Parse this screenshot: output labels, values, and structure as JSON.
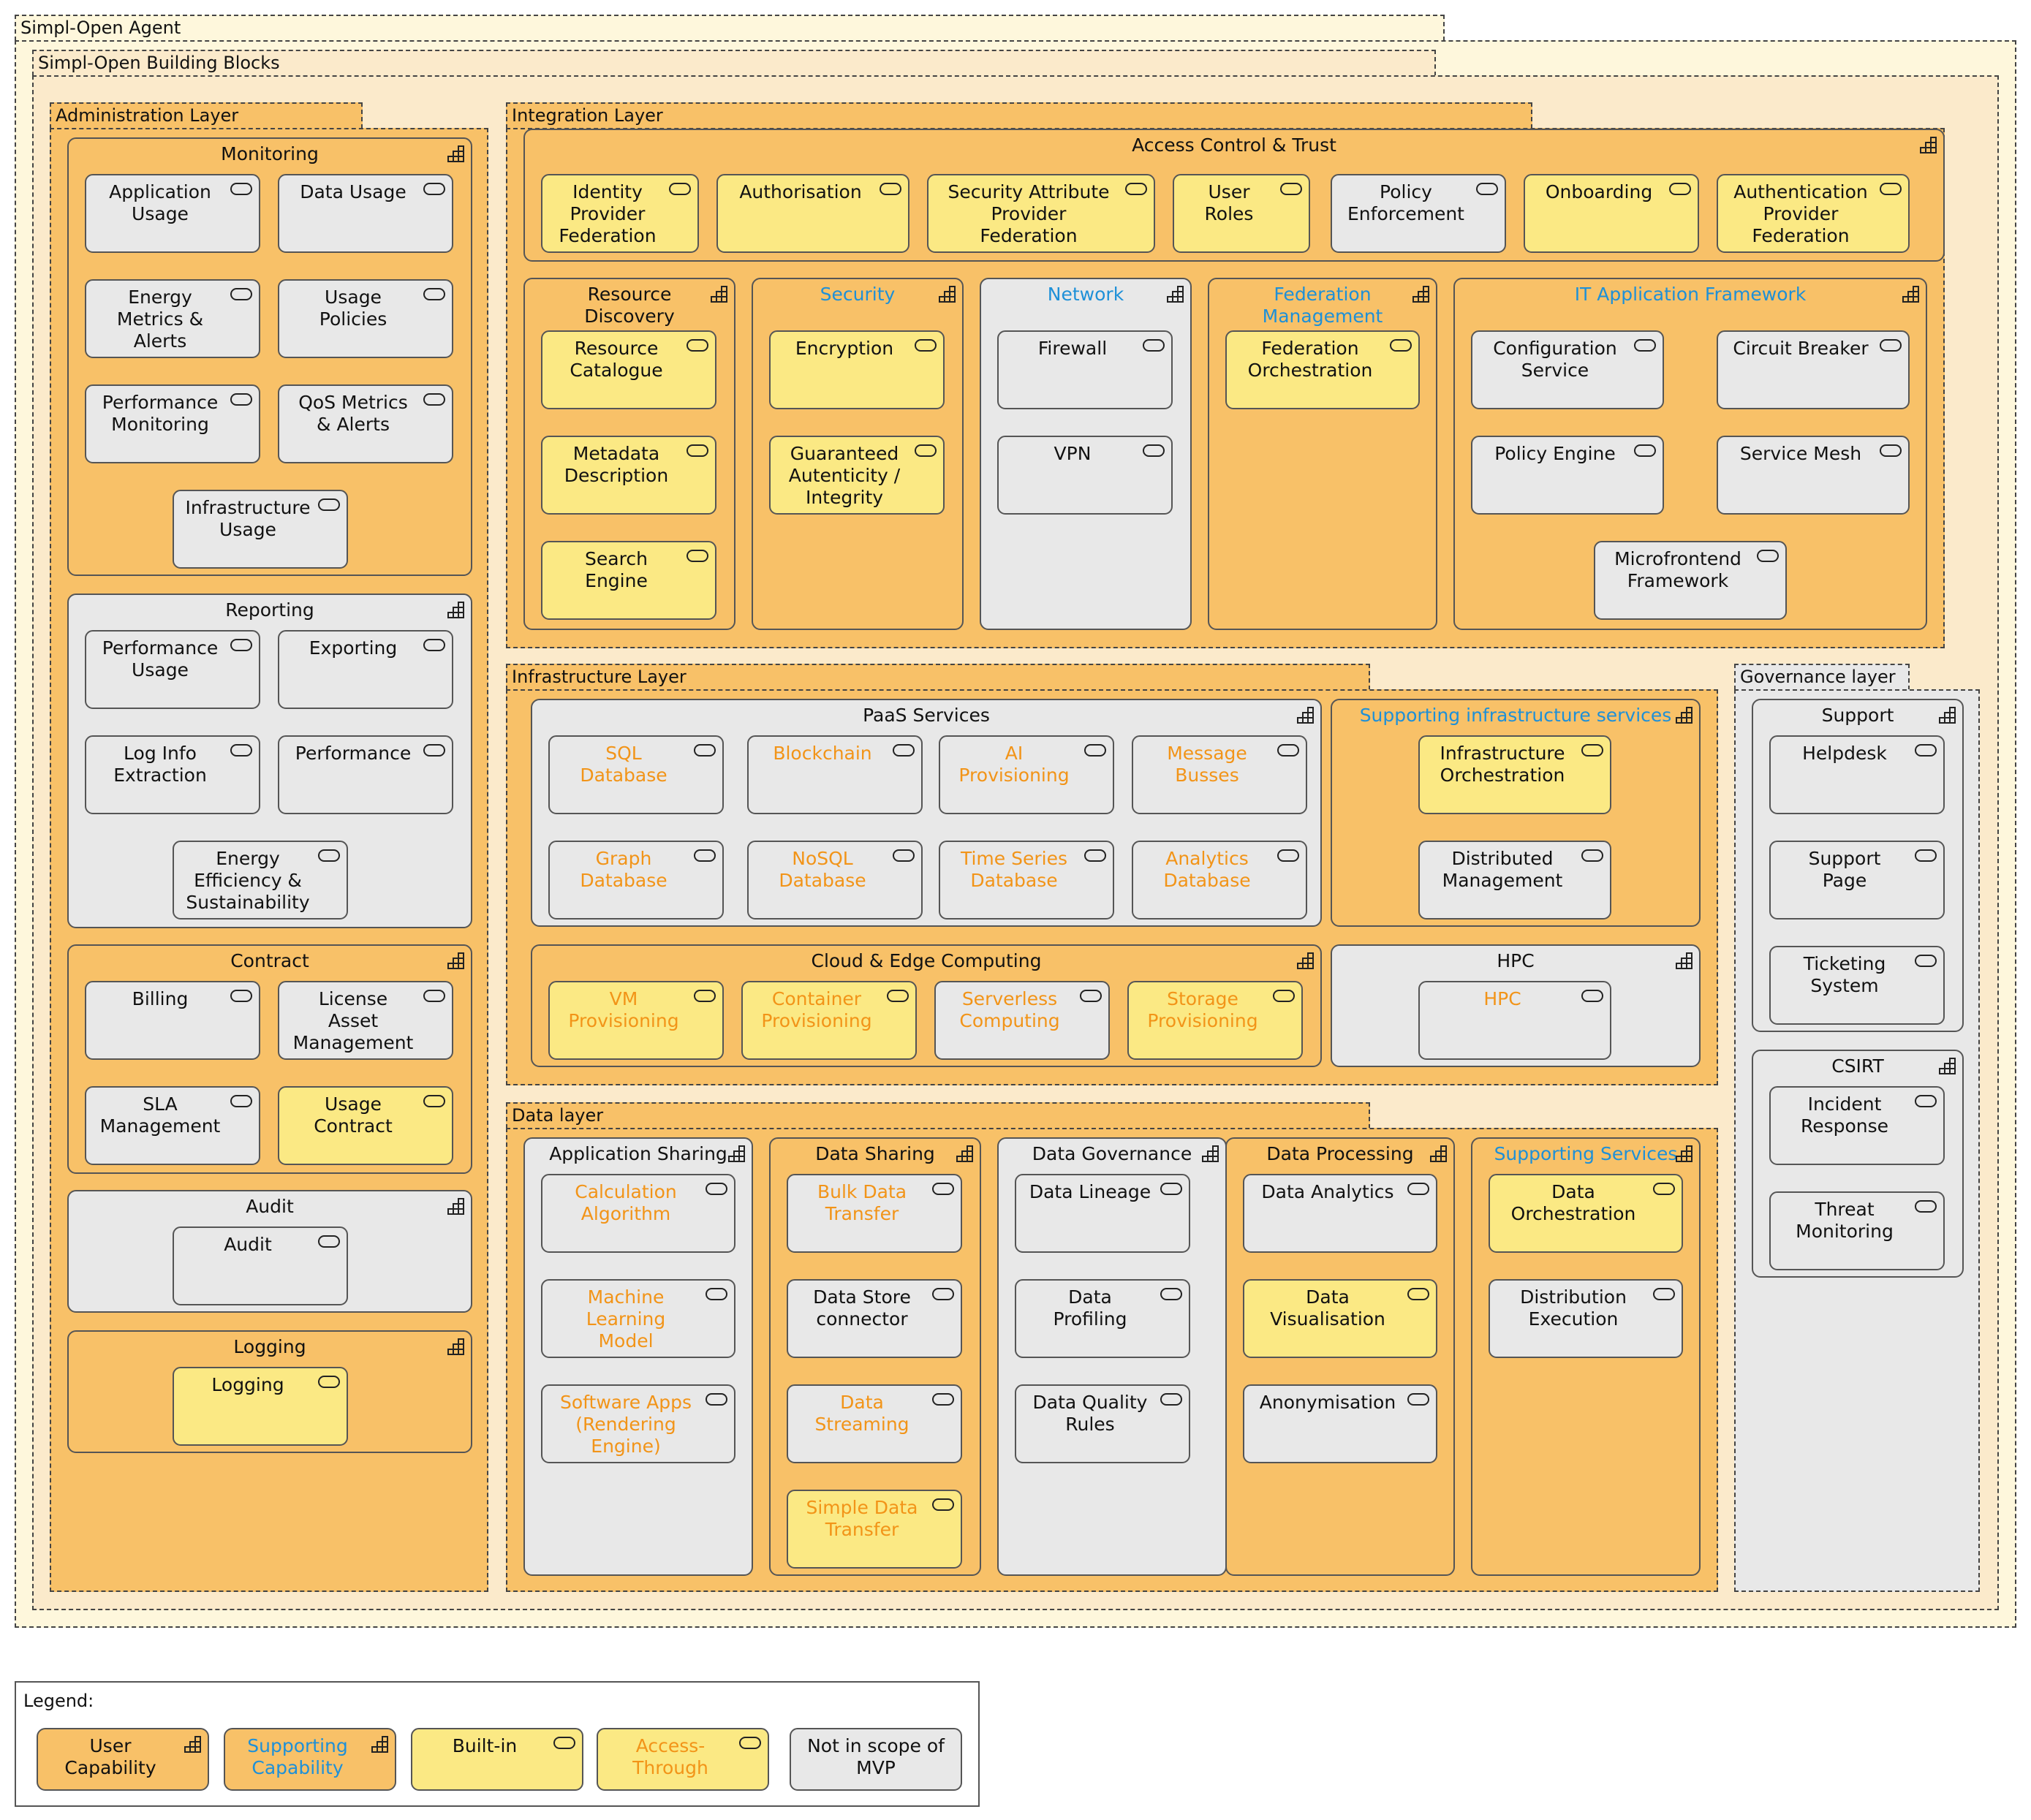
{
  "agent": {
    "title": "Simpl-Open Agent"
  },
  "building_blocks": {
    "title": "Simpl-Open Building Blocks"
  },
  "layers": {
    "administration": "Administration Layer",
    "integration": "Integration Layer",
    "infrastructure": "Infrastructure Layer",
    "data": "Data layer",
    "governance": "Governance layer"
  },
  "capabilities": {
    "monitoring": {
      "title": "Monitoring",
      "type": "user",
      "components": [
        {
          "label": "Application\nUsage",
          "type": "not-in-scope"
        },
        {
          "label": "Data Usage",
          "type": "not-in-scope"
        },
        {
          "label": "Energy\nMetrics &\nAlerts",
          "type": "not-in-scope"
        },
        {
          "label": "Usage\nPolicies",
          "type": "not-in-scope"
        },
        {
          "label": "Performance\nMonitoring",
          "type": "not-in-scope"
        },
        {
          "label": "QoS Metrics\n& Alerts",
          "type": "not-in-scope"
        },
        {
          "label": "Infrastructure\nUsage",
          "type": "not-in-scope"
        }
      ]
    },
    "reporting": {
      "title": "Reporting",
      "type": "not-in-scope",
      "components": [
        {
          "label": "Performance\nUsage",
          "type": "not-in-scope"
        },
        {
          "label": "Exporting",
          "type": "not-in-scope"
        },
        {
          "label": "Log Info\nExtraction",
          "type": "not-in-scope"
        },
        {
          "label": "Performance",
          "type": "not-in-scope"
        },
        {
          "label": "Energy\nEfficiency &\nSustainability",
          "type": "not-in-scope"
        }
      ]
    },
    "contract": {
      "title": "Contract",
      "type": "user",
      "components": [
        {
          "label": "Billing",
          "type": "not-in-scope"
        },
        {
          "label": "License\nAsset\nManagement",
          "type": "not-in-scope"
        },
        {
          "label": "SLA\nManagement",
          "type": "not-in-scope"
        },
        {
          "label": "Usage\nContract",
          "type": "built-in"
        }
      ]
    },
    "audit": {
      "title": "Audit",
      "type": "not-in-scope",
      "components": [
        {
          "label": "Audit",
          "type": "not-in-scope"
        }
      ]
    },
    "logging": {
      "title": "Logging",
      "type": "user",
      "components": [
        {
          "label": "Logging",
          "type": "built-in"
        }
      ]
    },
    "access_control": {
      "title": "Access Control & Trust",
      "type": "user",
      "components": [
        {
          "label": "Identity\nProvider\nFederation",
          "type": "built-in"
        },
        {
          "label": "Authorisation",
          "type": "built-in"
        },
        {
          "label": "Security Attribute\nProvider\nFederation",
          "type": "built-in"
        },
        {
          "label": "User\nRoles",
          "type": "built-in"
        },
        {
          "label": "Policy\nEnforcement",
          "type": "not-in-scope"
        },
        {
          "label": "Onboarding",
          "type": "built-in"
        },
        {
          "label": "Authentication\nProvider\nFederation",
          "type": "built-in"
        }
      ]
    },
    "resource_discovery": {
      "title": "Resource\nDiscovery",
      "type": "user",
      "components": [
        {
          "label": "Resource\nCatalogue",
          "type": "built-in"
        },
        {
          "label": "Metadata\nDescription",
          "type": "built-in"
        },
        {
          "label": "Search\nEngine",
          "type": "built-in"
        }
      ]
    },
    "security": {
      "title": "Security",
      "type": "supporting",
      "components": [
        {
          "label": "Encryption",
          "type": "built-in"
        },
        {
          "label": "Guaranteed\nAutenticity /\nIntegrity",
          "type": "built-in"
        }
      ]
    },
    "network": {
      "title": "Network",
      "type": "not-in-scope-blue",
      "components": [
        {
          "label": "Firewall",
          "type": "not-in-scope"
        },
        {
          "label": "VPN",
          "type": "not-in-scope"
        }
      ]
    },
    "federation_management": {
      "title": "Federation\nManagement",
      "type": "supporting",
      "components": [
        {
          "label": "Federation\nOrchestration",
          "type": "built-in"
        }
      ]
    },
    "it_app_framework": {
      "title": "IT Application Framework",
      "type": "supporting",
      "components": [
        {
          "label": "Configuration\nService",
          "type": "not-in-scope"
        },
        {
          "label": "Circuit Breaker",
          "type": "not-in-scope"
        },
        {
          "label": "Policy Engine",
          "type": "not-in-scope"
        },
        {
          "label": "Service Mesh",
          "type": "not-in-scope"
        },
        {
          "label": "Microfrontend\nFramework",
          "type": "not-in-scope"
        }
      ]
    },
    "paas": {
      "title": "PaaS Services",
      "type": "not-in-scope",
      "components": [
        {
          "label": "SQL\nDatabase",
          "type": "access-through-grey"
        },
        {
          "label": "Blockchain",
          "type": "access-through-grey"
        },
        {
          "label": "AI\nProvisioning",
          "type": "access-through-grey"
        },
        {
          "label": "Message\nBusses",
          "type": "access-through-grey"
        },
        {
          "label": "Graph\nDatabase",
          "type": "access-through-grey"
        },
        {
          "label": "NoSQL\nDatabase",
          "type": "access-through-grey"
        },
        {
          "label": "Time Series\nDatabase",
          "type": "access-through-grey"
        },
        {
          "label": "Analytics\nDatabase",
          "type": "access-through-grey"
        }
      ]
    },
    "supporting_infra": {
      "title": "Supporting infrastructure services",
      "type": "supporting",
      "components": [
        {
          "label": "Infrastructure\nOrchestration",
          "type": "built-in"
        },
        {
          "label": "Distributed\nManagement",
          "type": "not-in-scope"
        }
      ]
    },
    "cloud_edge": {
      "title": "Cloud & Edge Computing",
      "type": "user",
      "components": [
        {
          "label": "VM\nProvisioning",
          "type": "access-through"
        },
        {
          "label": "Container\nProvisioning",
          "type": "access-through"
        },
        {
          "label": "Serverless\nComputing",
          "type": "access-through-grey"
        },
        {
          "label": "Storage\nProvisioning",
          "type": "access-through"
        }
      ]
    },
    "hpc": {
      "title": "HPC",
      "type": "not-in-scope",
      "components": [
        {
          "label": "HPC",
          "type": "access-through-grey"
        }
      ]
    },
    "app_sharing": {
      "title": "Application Sharing",
      "type": "not-in-scope",
      "components": [
        {
          "label": "Calculation\nAlgorithm",
          "type": "access-through-grey"
        },
        {
          "label": "Machine\nLearning\nModel",
          "type": "access-through-grey"
        },
        {
          "label": "Software Apps\n(Rendering\nEngine)",
          "type": "access-through-grey"
        }
      ]
    },
    "data_sharing": {
      "title": "Data Sharing",
      "type": "user",
      "components": [
        {
          "label": "Bulk Data\nTransfer",
          "type": "access-through-grey"
        },
        {
          "label": "Data Store\nconnector",
          "type": "not-in-scope"
        },
        {
          "label": "Data\nStreaming",
          "type": "access-through-grey"
        },
        {
          "label": "Simple Data\nTransfer",
          "type": "access-through"
        }
      ]
    },
    "data_governance": {
      "title": "Data Governance",
      "type": "not-in-scope",
      "components": [
        {
          "label": "Data Lineage",
          "type": "not-in-scope"
        },
        {
          "label": "Data\nProfiling",
          "type": "not-in-scope"
        },
        {
          "label": "Data Quality\nRules",
          "type": "not-in-scope"
        }
      ]
    },
    "data_processing": {
      "title": "Data Processing",
      "type": "user",
      "components": [
        {
          "label": "Data Analytics",
          "type": "not-in-scope"
        },
        {
          "label": "Data\nVisualisation",
          "type": "built-in"
        },
        {
          "label": "Anonymisation",
          "type": "not-in-scope"
        }
      ]
    },
    "supporting_services": {
      "title": "Supporting Services",
      "type": "supporting",
      "components": [
        {
          "label": "Data\nOrchestration",
          "type": "built-in"
        },
        {
          "label": "Distribution\nExecution",
          "type": "not-in-scope"
        }
      ]
    },
    "support": {
      "title": "Support",
      "type": "not-in-scope",
      "components": [
        {
          "label": "Helpdesk",
          "type": "not-in-scope"
        },
        {
          "label": "Support\nPage",
          "type": "not-in-scope"
        },
        {
          "label": "Ticketing\nSystem",
          "type": "not-in-scope"
        }
      ]
    },
    "csirt": {
      "title": "CSIRT",
      "type": "not-in-scope",
      "components": [
        {
          "label": "Incident\nResponse",
          "type": "not-in-scope"
        },
        {
          "label": "Threat\nMonitoring",
          "type": "not-in-scope"
        }
      ]
    }
  },
  "legend": {
    "title": "Legend:",
    "items": [
      {
        "label": "User\nCapability",
        "type": "user"
      },
      {
        "label": "Supporting\nCapability",
        "type": "supporting"
      },
      {
        "label": "Built-in",
        "type": "built-in"
      },
      {
        "label": "Access-\nThrough",
        "type": "access-through"
      },
      {
        "label": "Not in scope of\nMVP",
        "type": "not-in-scope"
      }
    ]
  },
  "colors": {
    "user_capability": "#f8c168",
    "built_in": "#fbe984",
    "not_in_scope": "#e8e8e8",
    "supporting_text": "#1e90d8",
    "access_through_text": "#f29418",
    "agent_bg": "#fef7dc",
    "building_blocks_bg": "#fbeacb"
  }
}
